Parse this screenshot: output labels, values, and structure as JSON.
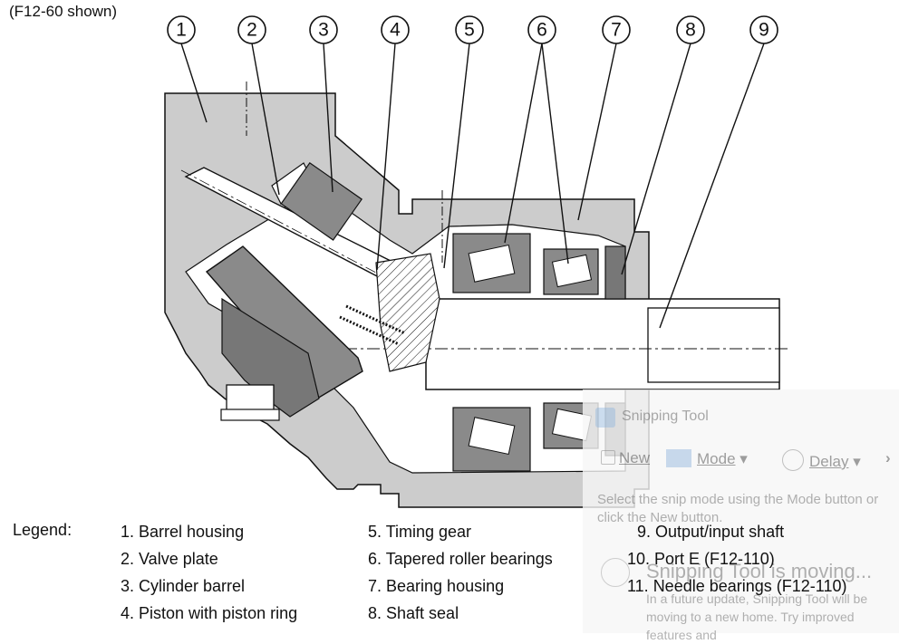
{
  "caption": "(F12-60 shown)",
  "callouts": [
    "1",
    "2",
    "3",
    "4",
    "5",
    "6",
    "7",
    "8",
    "9"
  ],
  "legend": {
    "title": "Legend:",
    "col1": [
      "1.  Barrel housing",
      "2.  Valve plate",
      "3.  Cylinder barrel",
      "4.  Piston with piston ring"
    ],
    "col2": [
      "5.  Timing gear",
      "6.  Tapered roller bearings",
      "7.  Bearing housing",
      "8.  Shaft seal"
    ],
    "col3": [
      "9.  Output/input shaft",
      "10.  Port E (F12-110)",
      "11.  Needle bearings (F12-110)"
    ]
  },
  "snipping_tool": {
    "title": "Snipping Tool",
    "new_label": "New",
    "mode_label": "Mode",
    "delay_label": "Delay",
    "description": "Select the snip mode using the Mode button or click the New button.",
    "moving_title": "Snipping Tool is moving...",
    "moving_body": "In a future update, Snipping Tool will be moving to a new home. Try improved features and"
  },
  "colors": {
    "housing": "#cccccc",
    "dark": "#8a8a8a",
    "outline": "#111111"
  }
}
